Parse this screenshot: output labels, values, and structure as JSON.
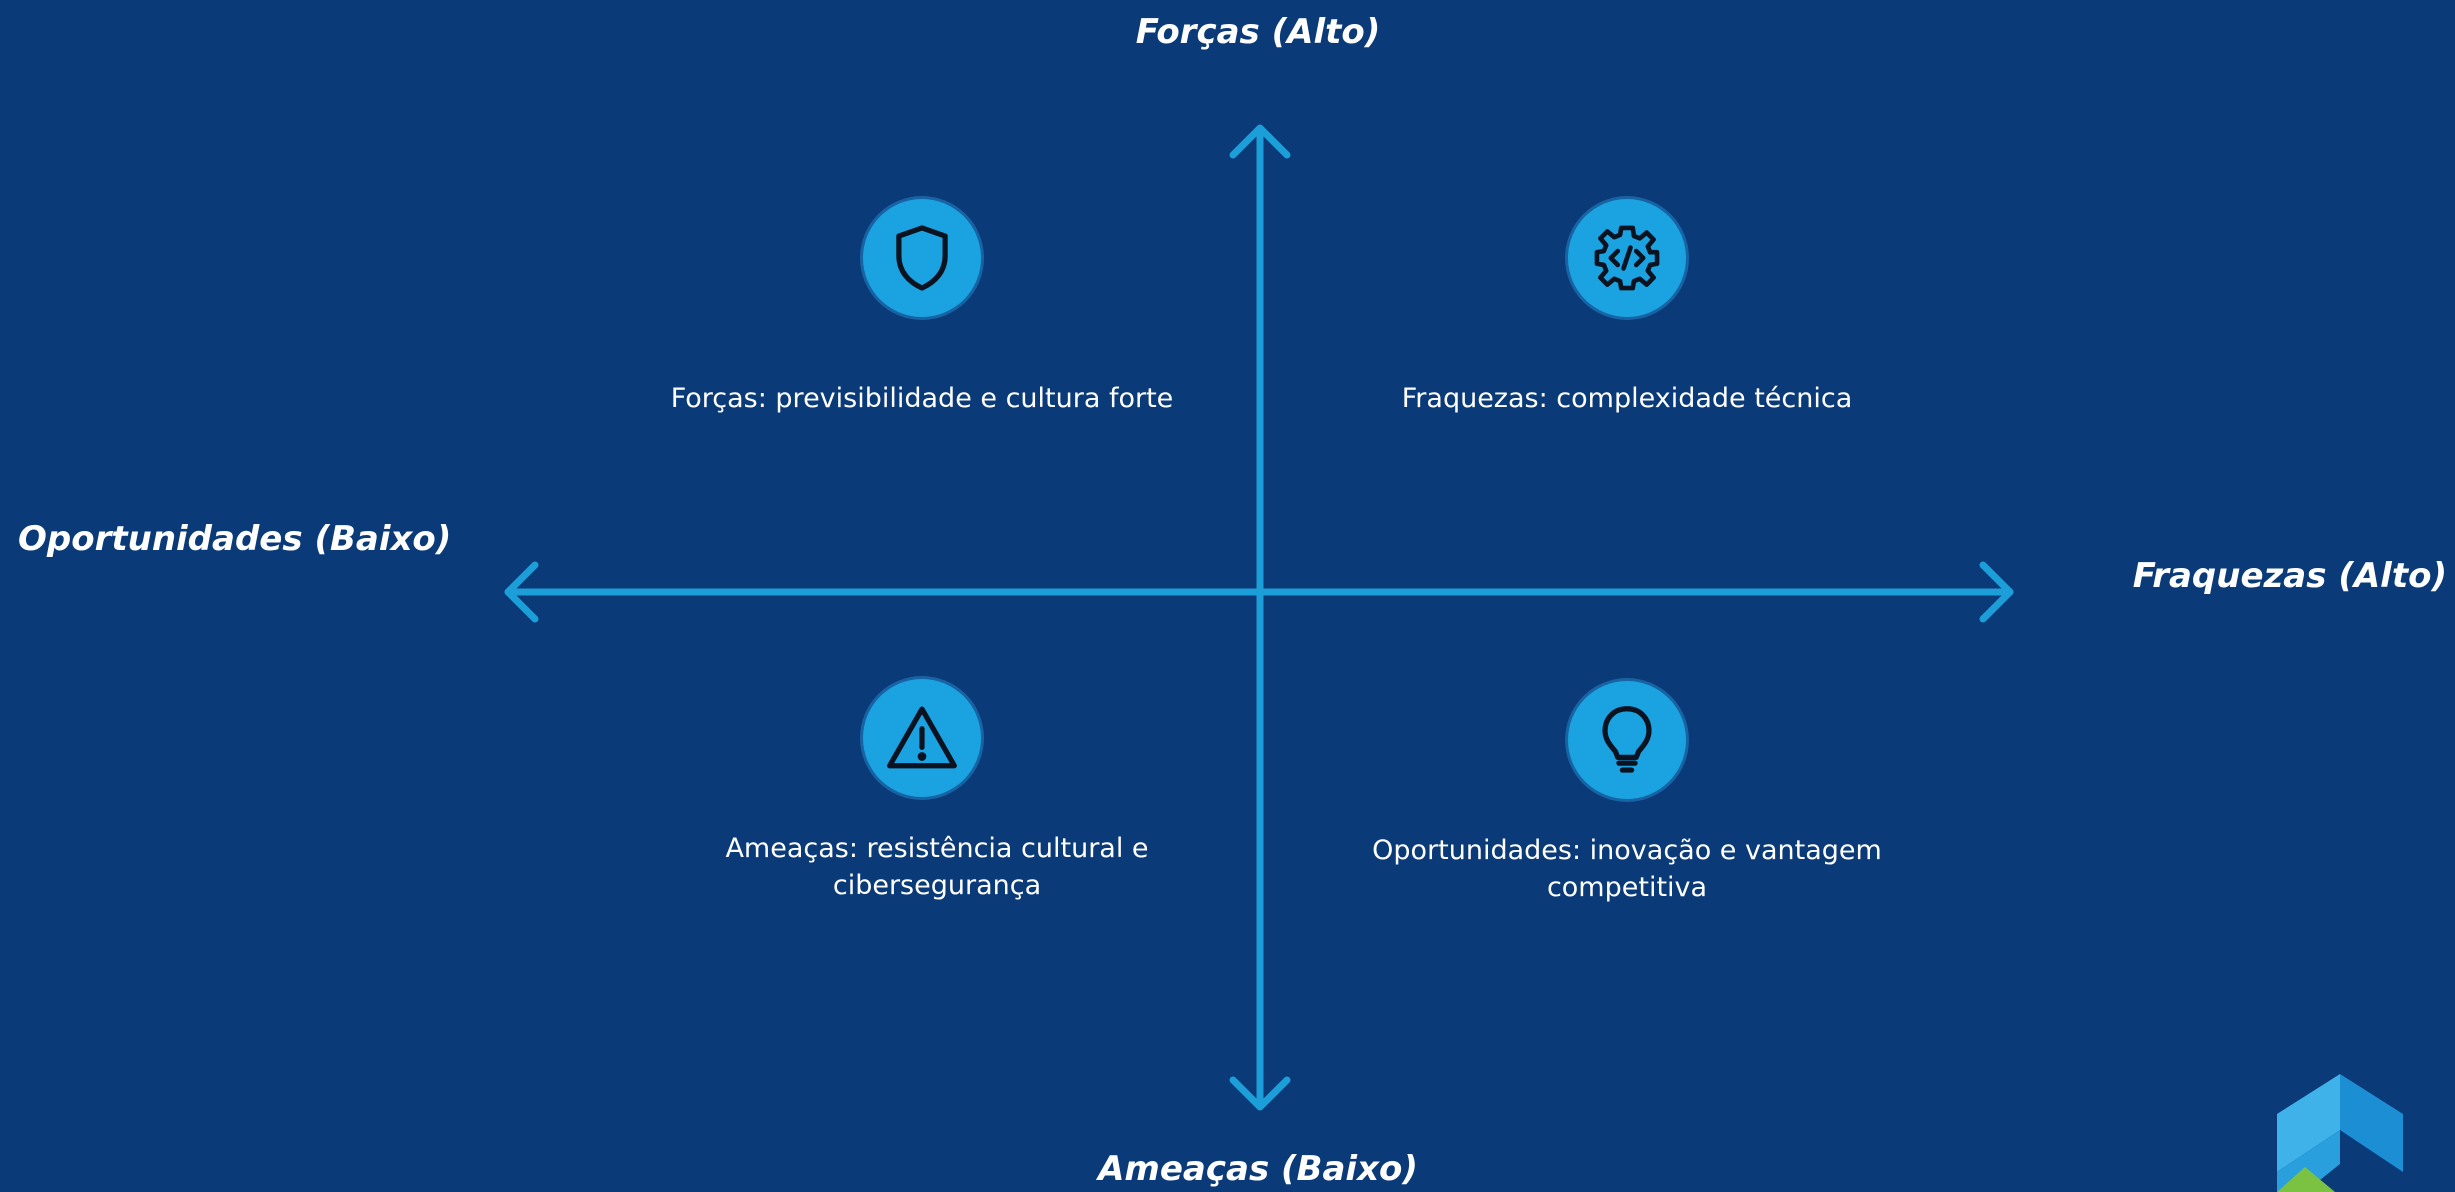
{
  "axes": {
    "top": "Forças (Alto)",
    "bottom": "Ameaças (Baixo)",
    "left": "Oportunidades (Baixo)",
    "right": "Fraquezas (Alto)"
  },
  "quadrants": [
    {
      "id": "forcas",
      "icon": "shield-icon",
      "text": "Forças: previsibilidade e cultura forte"
    },
    {
      "id": "fraquezas",
      "icon": "gear-code-icon",
      "text": "Fraquezas: complexidade técnica"
    },
    {
      "id": "ameacas",
      "icon": "warning-triangle-icon",
      "text": "Ameaças: resistência cultural e cibersegurança"
    },
    {
      "id": "oportunidades",
      "icon": "lightbulb-icon",
      "text": "Oportunidades: inovação e vantagem competitiva"
    }
  ],
  "colors": {
    "background": "#0a3a78",
    "axis": "#1c9fd8",
    "icon_circle": "#1aa3e0",
    "text": "#ffffff"
  },
  "logo": {
    "icon": "brand-logo-icon"
  }
}
